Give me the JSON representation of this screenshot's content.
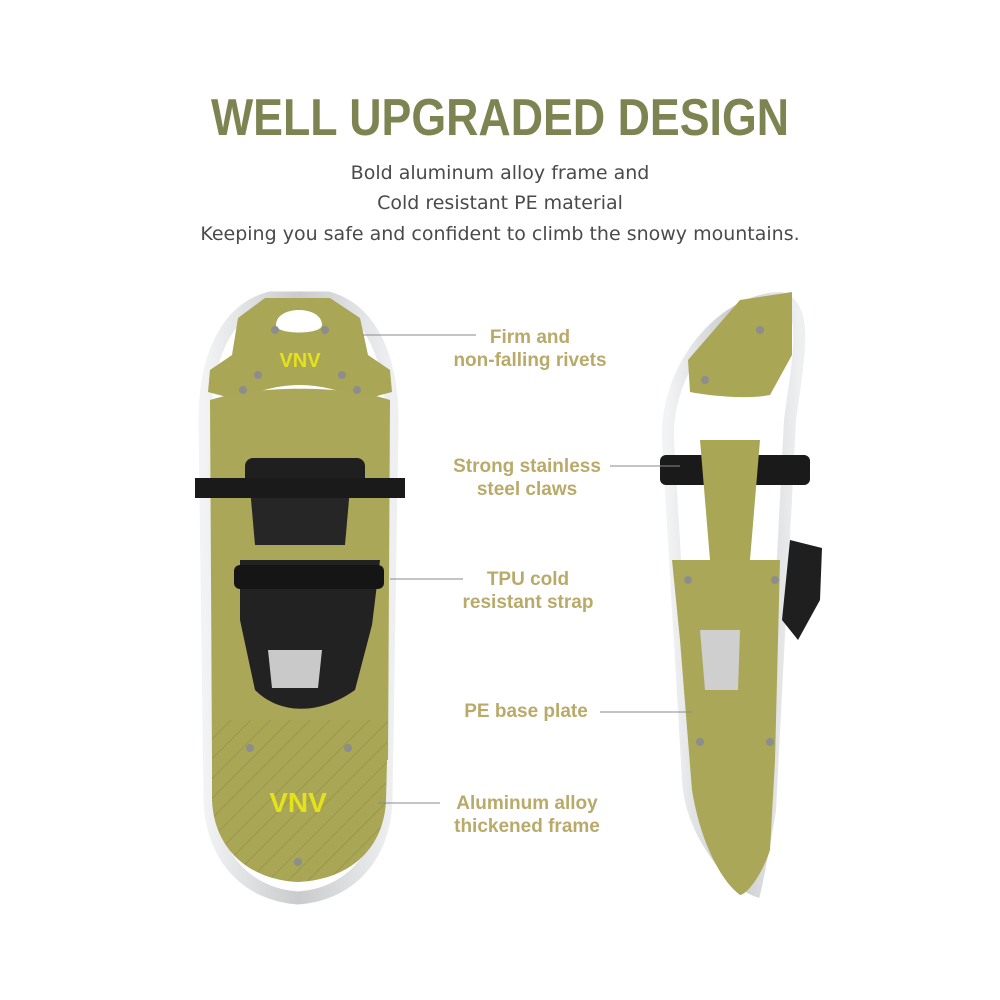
{
  "headline": "WELL UPGRADED DESIGN",
  "subtitle": [
    "Bold aluminum alloy frame and",
    "Cold resistant PE material",
    "Keeping you safe and confident to climb the snowy mountains."
  ],
  "callouts": [
    {
      "line1": "Firm and",
      "line2": "non-falling rivets"
    },
    {
      "line1": "Strong stainless",
      "line2": "steel claws"
    },
    {
      "line1": "TPU cold",
      "line2": "resistant strap"
    },
    {
      "line1": "PE base plate",
      "line2": ""
    },
    {
      "line1": "Aluminum alloy",
      "line2": "thickened frame"
    }
  ],
  "logo_text": "VNV",
  "colors": {
    "headline": "#7d8451",
    "callout": "#b9aa6a",
    "deck": "#a9a656",
    "frame": "#d4d6d8",
    "binding": "#1d1d1d"
  }
}
